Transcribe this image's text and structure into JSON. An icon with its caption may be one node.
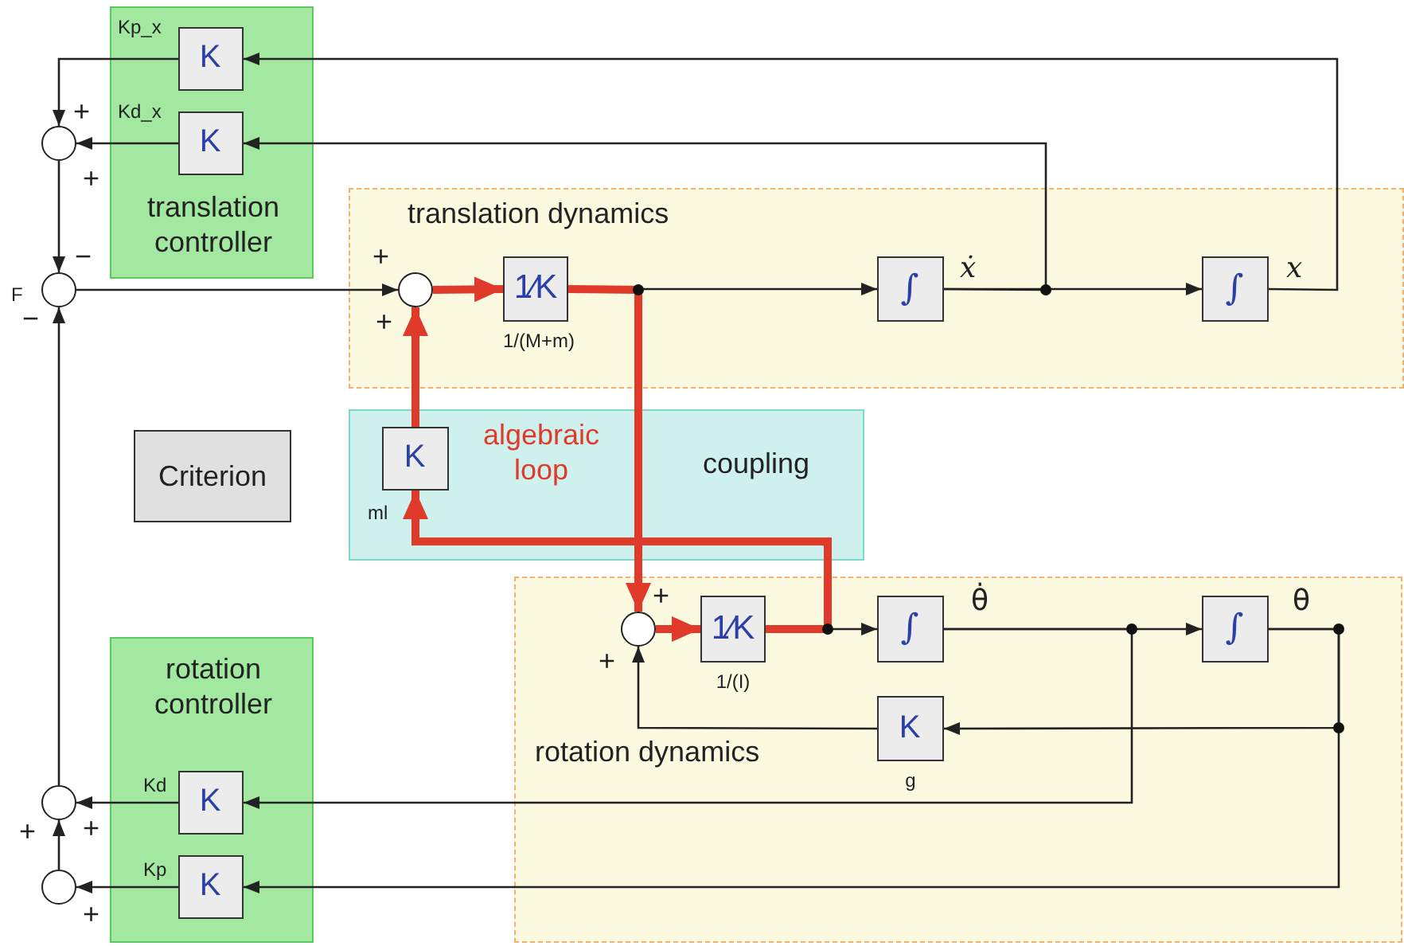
{
  "diagram": {
    "nodes": [
      {
        "text": [
          "translation controller"
        ]
      },
      {
        "text": [
          "K"
        ],
        "in": 0,
        "beside": [
          "Kp_x"
        ]
      },
      {
        "text": [
          "K"
        ],
        "in": 0,
        "beside": [
          "Kd_x"
        ]
      },
      {
        "text": [
          "translation dynamics"
        ]
      },
      {
        "text": [],
        "shape": "circle",
        "in": 3,
        "beside": [
          "+",
          "+"
        ]
      },
      {
        "text": [
          "1⁄K"
        ],
        "in": 3,
        "beside": [
          "1/(M+m)"
        ]
      },
      {
        "text": [
          "∫"
        ],
        "in": 3,
        "beside": [
          "ẋ"
        ]
      },
      {
        "text": [
          "∫"
        ],
        "in": 3,
        "beside": [
          "x"
        ]
      },
      {
        "text": [
          "coupling"
        ]
      },
      {
        "text": [
          "K"
        ],
        "in": 8,
        "beside": [
          "ml"
        ]
      },
      {
        "text": [
          "rotation dynamics"
        ]
      },
      {
        "text": [],
        "shape": "circle",
        "in": 10,
        "beside": [
          "+",
          "+"
        ]
      },
      {
        "text": [
          "1⁄K"
        ],
        "in": 10,
        "beside": [
          "1/(I)"
        ]
      },
      {
        "text": [
          "∫"
        ],
        "in": 10,
        "beside": [
          "θ̇"
        ]
      },
      {
        "text": [
          "∫"
        ],
        "in": 10,
        "beside": [
          "θ"
        ]
      },
      {
        "text": [
          "K"
        ],
        "in": 10,
        "beside": [
          "g"
        ]
      },
      {
        "text": [
          "rotation controller"
        ]
      },
      {
        "text": [
          "K"
        ],
        "in": 16,
        "beside": [
          "Kd"
        ]
      },
      {
        "text": [
          "K"
        ],
        "in": 16,
        "beside": [
          "Kp"
        ]
      },
      {
        "text": [
          "Criterion"
        ]
      },
      {
        "text": [],
        "shape": "circle",
        "beside": [
          "+",
          "+"
        ]
      },
      {
        "text": [],
        "shape": "circle",
        "beside": [
          "F",
          "−",
          "−"
        ]
      },
      {
        "text": [],
        "shape": "circle",
        "beside": [
          "+",
          "+"
        ]
      },
      {
        "text": [],
        "shape": "circle",
        "beside": [
          "+"
        ]
      }
    ],
    "edges": [
      {
        "from": 20,
        "to": 21,
        "arrow": "to"
      },
      {
        "from": 1,
        "to": 20,
        "arrow": "to"
      },
      {
        "from": 2,
        "to": 20,
        "arrow": "to"
      },
      {
        "from": 21,
        "to": 4,
        "arrow": "to"
      },
      {
        "from": 4,
        "to": 5,
        "arrow": "to",
        "style": "thick",
        "color": "#e03a2a"
      },
      {
        "from": 5,
        "to": 6,
        "arrow": "to"
      },
      {
        "from": 5,
        "to": 11,
        "arrow": "to",
        "style": "thick",
        "color": "#e03a2a"
      },
      {
        "from": 6,
        "to": 7,
        "arrow": "to"
      },
      {
        "from": 6,
        "to": 2,
        "arrow": "to"
      },
      {
        "from": 7,
        "to": 1,
        "arrow": "to"
      },
      {
        "from": 9,
        "to": 4,
        "arrow": "to",
        "style": "thick",
        "color": "#e03a2a"
      },
      {
        "from": 11,
        "to": 12,
        "arrow": "to",
        "style": "thick",
        "color": "#e03a2a"
      },
      {
        "from": 12,
        "to": 13,
        "arrow": "to"
      },
      {
        "from": 12,
        "to": 9,
        "arrow": "to",
        "style": "thick",
        "color": "#e03a2a"
      },
      {
        "from": 13,
        "to": 14,
        "arrow": "to"
      },
      {
        "from": 13,
        "to": 17,
        "arrow": "to"
      },
      {
        "from": 14,
        "to": 15,
        "arrow": "to"
      },
      {
        "from": 14,
        "to": 18,
        "arrow": "to"
      },
      {
        "from": 15,
        "to": 11,
        "arrow": "to"
      },
      {
        "from": 17,
        "to": 22,
        "arrow": "to"
      },
      {
        "from": 18,
        "to": 23,
        "arrow": "to"
      },
      {
        "from": 23,
        "to": 22,
        "arrow": "to"
      },
      {
        "from": 22,
        "to": 21,
        "arrow": "to"
      }
    ],
    "labels": [
      "algebraic loop"
    ]
  }
}
